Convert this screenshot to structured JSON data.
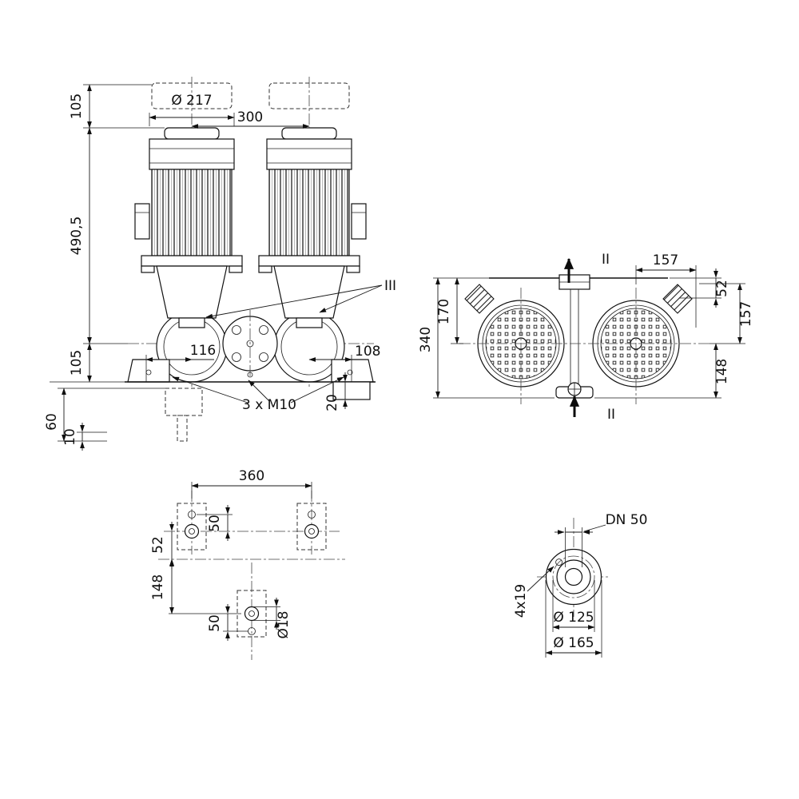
{
  "drawing": {
    "front_view": {
      "dia_217": "Ø 217",
      "dim_300": "300",
      "dim_105_top": "105",
      "dim_490_5": "490,5",
      "dim_105_bottom": "105",
      "dim_116": "116",
      "dim_108": "108",
      "label_iii": "III",
      "dim_3xm10": "3 x M10",
      "dim_20": "20",
      "dim_60": "60",
      "dim_10": "10"
    },
    "top_view": {
      "label_ii_top": "II",
      "label_ii_bottom": "II",
      "dim_157_top": "157",
      "dim_52": "52",
      "dim_157_right": "157",
      "dim_340": "340",
      "dim_170": "170",
      "dim_148": "148"
    },
    "plan_view": {
      "dim_360": "360",
      "dim_50_top": "50",
      "dim_52": "52",
      "dim_148": "148",
      "dim_50_bottom": "50",
      "dia_18": "Ø18"
    },
    "flange_view": {
      "label_dn50": "DN 50",
      "dim_4x19": "4x19",
      "dia_125": "Ø 125",
      "dia_165": "Ø 165"
    }
  }
}
